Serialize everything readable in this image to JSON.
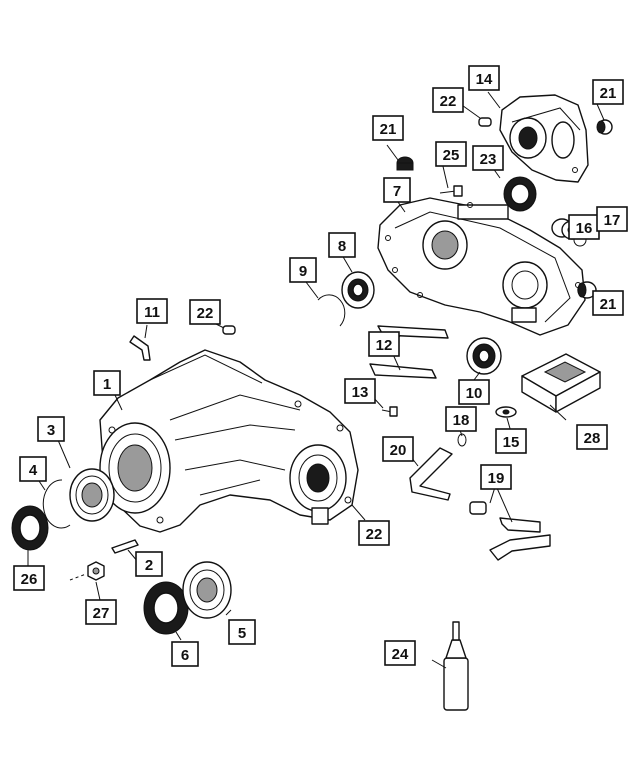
{
  "diagram": {
    "callouts": [
      {
        "id": "c1",
        "label": "1"
      },
      {
        "id": "c2",
        "label": "2"
      },
      {
        "id": "c3",
        "label": "3"
      },
      {
        "id": "c4",
        "label": "4"
      },
      {
        "id": "c5",
        "label": "5"
      },
      {
        "id": "c6",
        "label": "6"
      },
      {
        "id": "c7",
        "label": "7"
      },
      {
        "id": "c8",
        "label": "8"
      },
      {
        "id": "c9",
        "label": "9"
      },
      {
        "id": "c10",
        "label": "10"
      },
      {
        "id": "c11",
        "label": "11"
      },
      {
        "id": "c12",
        "label": "12"
      },
      {
        "id": "c13",
        "label": "13"
      },
      {
        "id": "c14",
        "label": "14"
      },
      {
        "id": "c15",
        "label": "15"
      },
      {
        "id": "c16",
        "label": "16"
      },
      {
        "id": "c17",
        "label": "17"
      },
      {
        "id": "c18",
        "label": "18"
      },
      {
        "id": "c19",
        "label": "19"
      },
      {
        "id": "c20",
        "label": "20"
      },
      {
        "id": "c21a",
        "label": "21"
      },
      {
        "id": "c21b",
        "label": "21"
      },
      {
        "id": "c21c",
        "label": "21"
      },
      {
        "id": "c22a",
        "label": "22"
      },
      {
        "id": "c22b",
        "label": "22"
      },
      {
        "id": "c22c",
        "label": "22"
      },
      {
        "id": "c23",
        "label": "23"
      },
      {
        "id": "c24",
        "label": "24"
      },
      {
        "id": "c25",
        "label": "25"
      },
      {
        "id": "c26",
        "label": "26"
      },
      {
        "id": "c27",
        "label": "27"
      },
      {
        "id": "c28",
        "label": "28"
      }
    ]
  }
}
